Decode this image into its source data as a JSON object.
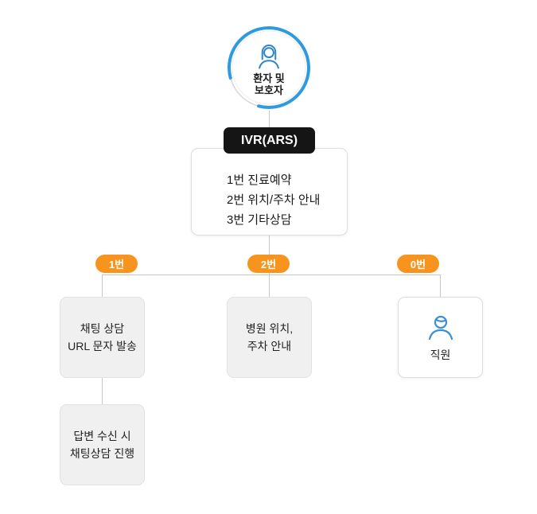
{
  "diagram": {
    "top_node": {
      "line1": "환자 및",
      "line2": "보호자"
    },
    "ivr": {
      "badge": "IVR(ARS)",
      "menu": [
        "1번 진료예약",
        "2번 위치/주차 안내",
        "3번 기타상담"
      ]
    },
    "pills": [
      "1번",
      "2번",
      "0번"
    ],
    "branch1": {
      "box1": {
        "line1": "채팅 상담",
        "line2": "URL 문자 발송"
      },
      "box2": {
        "line1": "답변 수신 시",
        "line2": "채팅상담 진행"
      }
    },
    "branch2": {
      "box": {
        "line1": "병원 위치,",
        "line2": "주차 안내"
      }
    },
    "branch3": {
      "box": {
        "label": "직원"
      }
    }
  },
  "colors": {
    "pill_orange": "#F7941D",
    "badge_black": "#151515",
    "ring_blue": "#2E9AE0",
    "icon_blue": "#3B8FD4",
    "line_gray": "#C7C7C7",
    "gray_box": "#F0F0F1"
  }
}
